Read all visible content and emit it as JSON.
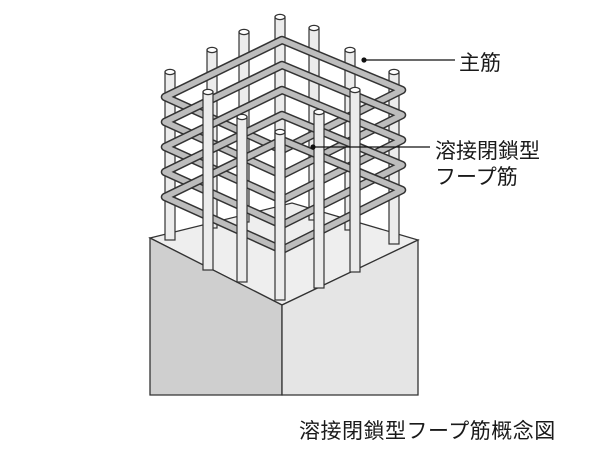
{
  "labels": {
    "main_rebar": "主筋",
    "hoop_line1": "溶接閉鎖型",
    "hoop_line2": "フープ筋"
  },
  "caption": "溶接閉鎖型フープ筋概念図",
  "colors": {
    "concrete_left": "#cfcfcf",
    "concrete_right": "#e5e5e5",
    "concrete_top": "#eeeeee",
    "hoop": "#bdbdbd",
    "rebar": "#ececec",
    "outline": "#333333"
  }
}
